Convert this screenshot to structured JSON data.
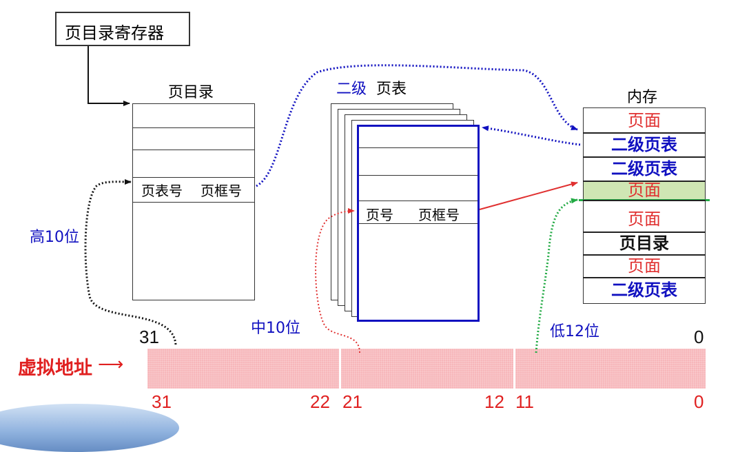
{
  "register": {
    "label": "页目录寄存器"
  },
  "page_directory": {
    "title": "页目录",
    "entry_label_a": "页表号",
    "entry_label_b": "页框号"
  },
  "second_table": {
    "title_a": "二级",
    "title_b": "页表",
    "entry_label_a": "页号",
    "entry_label_b": "页框号"
  },
  "memory": {
    "title": "内存",
    "cells": [
      {
        "label": "页面",
        "color": "#e03030"
      },
      {
        "label": "二级页表",
        "color": "#1010c0"
      },
      {
        "label": "二级页表",
        "color": "#1010c0"
      },
      {
        "label": "页面",
        "color": "#e03030"
      },
      {
        "label": "页面",
        "color": "#e03030"
      },
      {
        "label": "页目录",
        "color": "#111111"
      },
      {
        "label": "页面",
        "color": "#e03030"
      },
      {
        "label": "二级页表",
        "color": "#1010c0"
      }
    ]
  },
  "labels": {
    "high": "高10位",
    "mid": "中10位",
    "low": "低12位"
  },
  "virtual_address": {
    "label": "虚拟地址",
    "top_left_bit": "31",
    "top_right_bit": "0",
    "bits": [
      "31",
      "22",
      "21",
      "12",
      "11",
      "0"
    ]
  },
  "colors": {
    "blue": "#1010c0",
    "red": "#e03030",
    "green": "#22aa44",
    "pink": "#f7b6ba",
    "highlight": "#cfe6b4"
  }
}
